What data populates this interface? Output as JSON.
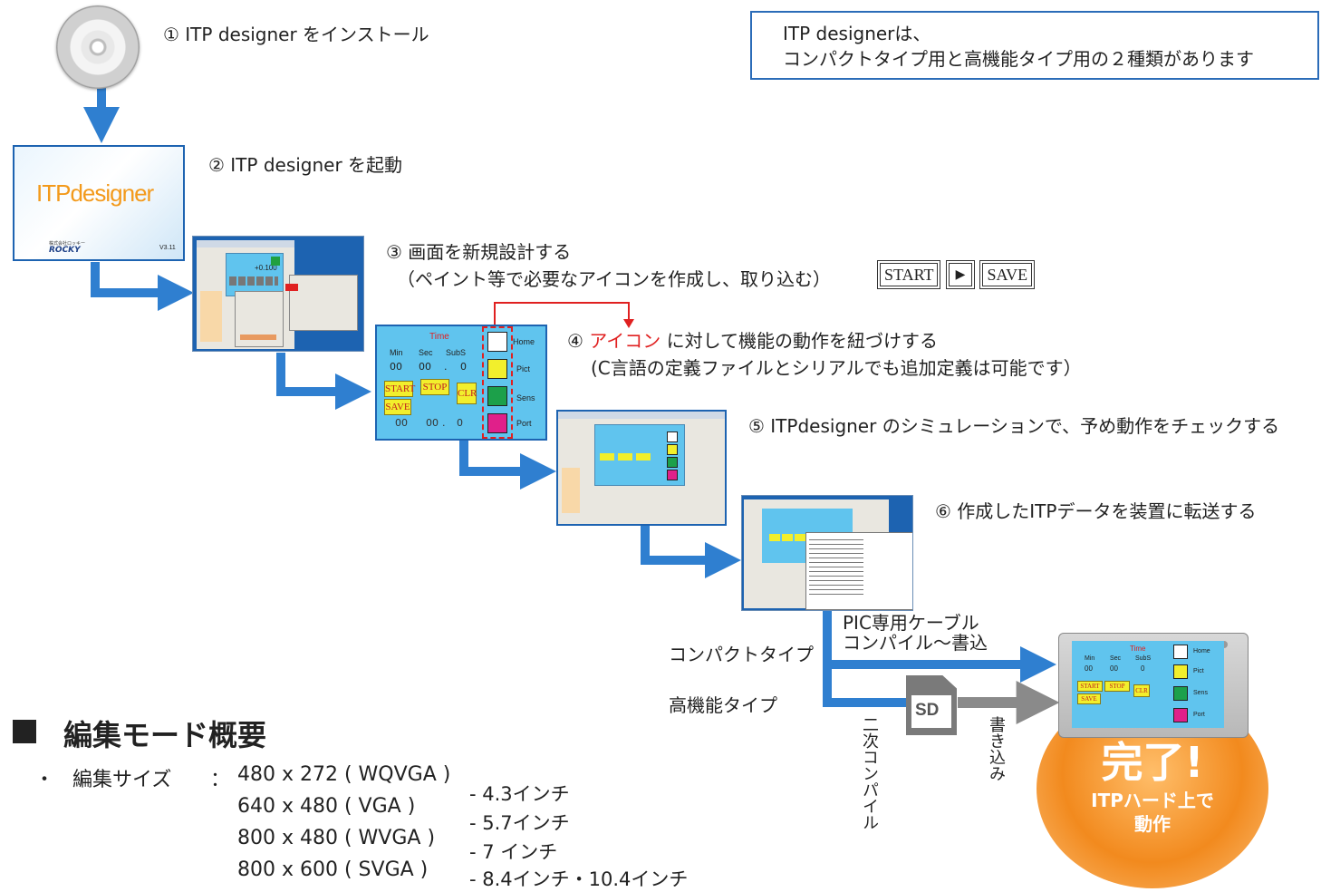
{
  "steps": {
    "s1": "① ITP designer をインストール",
    "s2": "② ITP designer を起動",
    "s3_line1": "③ 画面を新規設計する",
    "s3_line2": "（ペイント等で必要なアイコンを作成し、取り込む）",
    "s4_num": "④",
    "s4_highlight": "アイコン",
    "s4_rest": "に対して機能の動作を紐づけする",
    "s4_line2": "(C言語の定義ファイルとシリアルでも追加定義は可能です）",
    "s5": "⑤ ITPdesigner のシミュレーションで、予め動作をチェックする",
    "s6": "⑥ 作成したITPデータを装置に転送する"
  },
  "note": {
    "line1": "ITP designerは、",
    "line2": "コンパクトタイプ用と高機能タイプ用の２種類があります"
  },
  "icon_buttons": {
    "start": "START",
    "play": "▶",
    "save": "SAVE"
  },
  "splash": {
    "logo": "ITPdesigner",
    "company": "ROCKY",
    "company_small": "株式会社ロッキー",
    "version": "V3.11"
  },
  "designer_screen": {
    "title": "Time",
    "cols": [
      "Min",
      "Sec",
      "SubS"
    ],
    "values": [
      "00",
      "00",
      ".",
      "0"
    ],
    "bottom_values": [
      "00",
      "00",
      ".",
      "0"
    ],
    "buttons": {
      "start": "START",
      "stop": "STOP",
      "clr": "CLR",
      "save": "SAVE"
    },
    "side_labels": [
      "Home",
      "Pict",
      "Sens",
      "Port"
    ],
    "side_colors": [
      "#ffffff",
      "#f2ef2c",
      "#1ca04a",
      "#e0208a"
    ]
  },
  "preview_value": "+0.100",
  "flow": {
    "cable_line1": "PIC専用ケーブル",
    "cable_line2": "コンパイル〜書込",
    "compact": "コンパクトタイプ",
    "advanced": "高機能タイプ",
    "secondary_compile": "二次コンパイル",
    "write": "書き込み",
    "sd": "SD"
  },
  "done": {
    "main": "完了!",
    "sub1": "ITPハード上で",
    "sub2": "動作"
  },
  "section": {
    "title": "編集モード概要",
    "bullet": "・",
    "label": "編集サイズ",
    "colon": "：",
    "sizes": [
      "480 x 272 ( WQVGA )",
      "640 x 480 ( VGA )",
      "800 x 480 ( WVGA )",
      "800 x 600 ( SVGA )"
    ],
    "inches": [
      "- 4.3インチ",
      "- 5.7インチ",
      "- 7  インチ",
      "- 8.4インチ・10.4インチ"
    ]
  },
  "colors": {
    "arrow_blue": "#2f7fd0",
    "accent_red": "#e02020",
    "note_border": "#2b6cb8",
    "sky": "#60c4ee",
    "done_orange": "#f28a1e"
  }
}
